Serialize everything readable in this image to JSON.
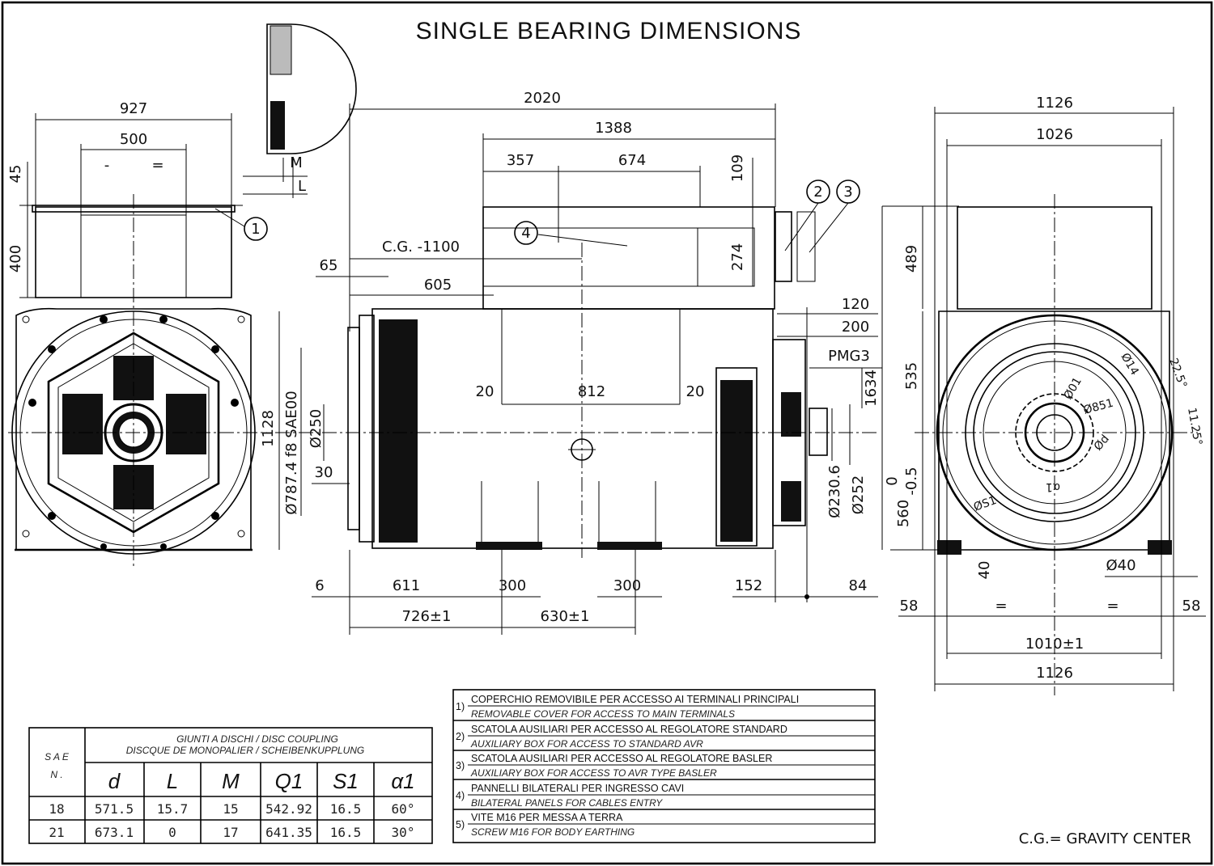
{
  "title": "SINGLE BEARING DIMENSIONS",
  "footer": "C.G.= GRAVITY CENTER",
  "front_view": {
    "dims": {
      "w927": "927",
      "w500": "500",
      "minus": "-",
      "equals": "=",
      "h45": "45",
      "h400": "400"
    },
    "callout_1": "1"
  },
  "detail": {
    "M": "M",
    "L": "L"
  },
  "side_view": {
    "dims": {
      "d2020": "2020",
      "d1388": "1388",
      "d357": "357",
      "d674": "674",
      "d109": "109",
      "d274": "274",
      "cg": "C.G. -1100",
      "d65": "65",
      "d605": "605",
      "d20a": "20",
      "d812": "812",
      "d20b": "20",
      "d1128": "1128",
      "sae": "Ø787.4 f8 SAE00",
      "d250": "Ø250",
      "d30": "30",
      "d6": "6",
      "d611": "611",
      "d300a": "300",
      "d300b": "300",
      "d726": "726±1",
      "d630": "630±1",
      "d152": "152",
      "d84": "84",
      "d120": "120",
      "d200": "200",
      "pmg": "PMG3",
      "d1634": "1634",
      "d2306": "Ø230.6",
      "d252": "Ø252"
    },
    "callouts": {
      "c2": "2",
      "c3": "3",
      "c4": "4"
    }
  },
  "end_view": {
    "dims": {
      "w1126a": "1126",
      "w1026": "1026",
      "h489": "489",
      "h535": "535",
      "tol0": "0",
      "tol05": "-0.5",
      "h560": "560",
      "h40": "40",
      "d40": "Ø40",
      "d58a": "58",
      "eqa": "=",
      "eqb": "=",
      "d58b": "58",
      "w1010": "1010±1",
      "w1126b": "1126",
      "d14": "Ø14",
      "a225": "22.5°",
      "a1125": "11.25°",
      "d01": "Ø01",
      "dq1": "Ø851",
      "dd": "Ød",
      "da1": "α1",
      "ds1": "ØS1"
    }
  },
  "coupling_table": {
    "sae_header": [
      "S A E",
      "N ."
    ],
    "group_header": [
      "GIUNTI A DISCHI / DISC COUPLING",
      "DISCQUE DE MONOPALIER / SCHEIBENKUPPLUNG"
    ],
    "columns": [
      "d",
      "L",
      "M",
      "Q1",
      "S1",
      "α1"
    ],
    "rows": [
      [
        "18",
        "571.5",
        "15.7",
        "15",
        "542.92",
        "16.5",
        "60°"
      ],
      [
        "21",
        "673.1",
        "0",
        "17",
        "641.35",
        "16.5",
        "30°"
      ]
    ]
  },
  "notes": [
    {
      "num": "1)",
      "it": "COPERCHIO REMOVIBILE PER ACCESSO AI TERMINALI PRINCIPALI",
      "en": "REMOVABLE COVER  FOR ACCESS TO MAIN TERMINALS"
    },
    {
      "num": "2)",
      "it": "SCATOLA AUSILIARI PER ACCESSO AL REGOLATORE STANDARD",
      "en": "AUXILIARY BOX FOR ACCESS TO STANDARD AVR"
    },
    {
      "num": "3)",
      "it": "SCATOLA AUSILIARI PER ACCESSO AL REGOLATORE BASLER",
      "en": "AUXILIARY BOX FOR ACCESS TO AVR TYPE BASLER"
    },
    {
      "num": "4)",
      "it": "PANNELLI BILATERALI PER INGRESSO CAVI",
      "en": "BILATERAL PANELS FOR CABLES ENTRY"
    },
    {
      "num": "5)",
      "it": "VITE M16 PER MESSA A TERRA",
      "en": "SCREW M16 FOR BODY EARTHING"
    }
  ]
}
